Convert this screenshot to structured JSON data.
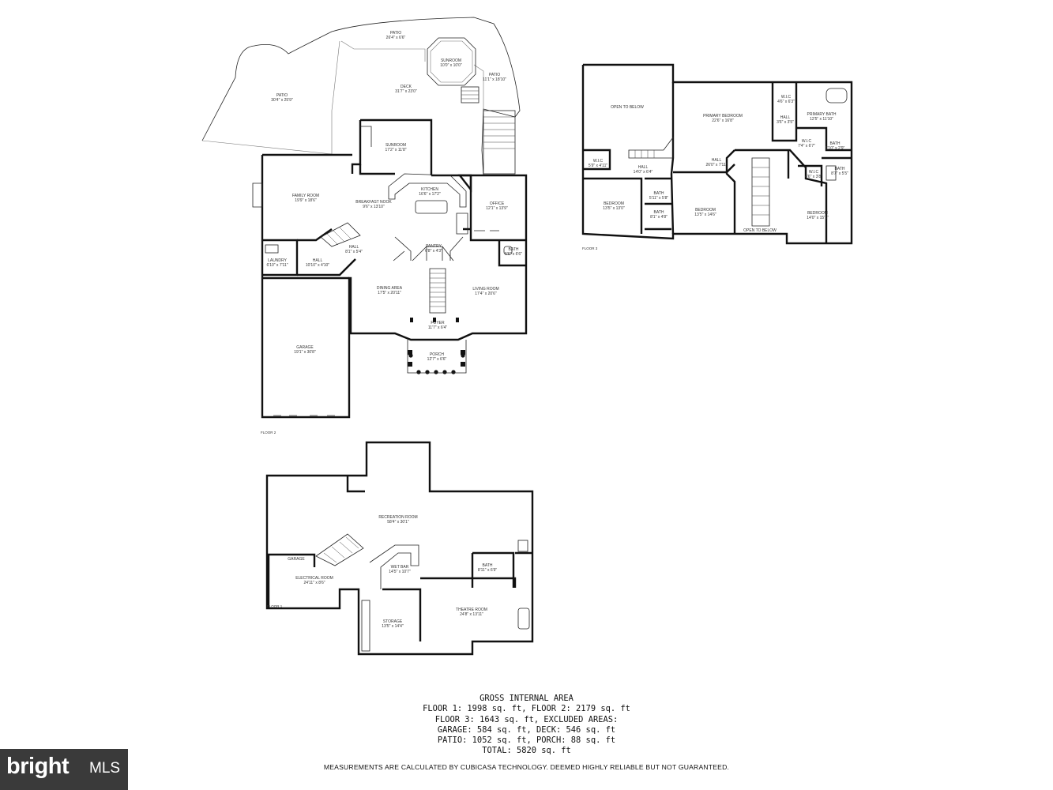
{
  "rooms": {
    "patio_top": {
      "name": "PATIO",
      "dim": "26'4\" x 6'6\""
    },
    "sunroom_oct": {
      "name": "SUNROOM",
      "dim": "10'0\" x 10'0\""
    },
    "patio_right": {
      "name": "PATIO",
      "dim": "11'1\" x 18'10\""
    },
    "deck": {
      "name": "DECK",
      "dim": "31'7\" x 23'0\""
    },
    "patio_left": {
      "name": "PATIO",
      "dim": "30'4\" x 25'9\""
    },
    "sunroom2": {
      "name": "SUNROOM",
      "dim": "17'2\" x 11'8\""
    },
    "family": {
      "name": "FAMILY ROOM",
      "dim": "19'9\" x 18'6\""
    },
    "breakfast": {
      "name": "BREAKFAST NOOK",
      "dim": "9'6\" x 13'10\""
    },
    "kitchen": {
      "name": "KITCHEN",
      "dim": "16'6\" x 17'2\""
    },
    "office": {
      "name": "OFFICE",
      "dim": "12'1\" x 13'9\""
    },
    "hall_f2a": {
      "name": "HALL",
      "dim": "8'1\" x 5'4\""
    },
    "pantry": {
      "name": "PANTRY",
      "dim": "6'8\" x 4'3\""
    },
    "bath_f2": {
      "name": "BATH",
      "dim": "5'6\" x 6'6\""
    },
    "laundry": {
      "name": "LAUNDRY",
      "dim": "6'10\" x 7'11\""
    },
    "hall_f2b": {
      "name": "HALL",
      "dim": "10'10\" x 4'10\""
    },
    "dining": {
      "name": "DINING AREA",
      "dim": "17'5\" x 20'11\""
    },
    "living": {
      "name": "LIVING ROOM",
      "dim": "17'4\" x 20'6\""
    },
    "foyer": {
      "name": "FOYER",
      "dim": "11'7\" x 6'4\""
    },
    "porch": {
      "name": "PORCH",
      "dim": "12'7\" x 6'6\""
    },
    "garage": {
      "name": "GARAGE",
      "dim": "19'1\" x 30'8\""
    },
    "open_below_1": {
      "name": "OPEN TO BELOW"
    },
    "primary_bed": {
      "name": "PRIMARY BEDROOM",
      "dim": "22'6\" x 16'8\""
    },
    "wic_1": {
      "name": "W.I.C",
      "dim": "4'6\" x 6'3\""
    },
    "hall_f3a": {
      "name": "HALL",
      "dim": "3'6\" x 3'5\""
    },
    "primary_bath": {
      "name": "PRIMARY BATH",
      "dim": "12'5\" x 11'10\""
    },
    "wic_2": {
      "name": "W.I.C",
      "dim": "7'4\" x 6'7\""
    },
    "bath_f3a": {
      "name": "BATH",
      "dim": "5'10\" x 2'9\""
    },
    "wic_3": {
      "name": "W.I.C",
      "dim": "5'9\" x 4'11\""
    },
    "hall_f3b": {
      "name": "HALL",
      "dim": "14'0\" x 6'4\""
    },
    "hall_f3c": {
      "name": "HALL",
      "dim": "26'0\" x 7'11\""
    },
    "wic_4": {
      "name": "W.I.C",
      "dim": "4'6\" x 3'8\""
    },
    "bath_f3b": {
      "name": "BATH",
      "dim": "5'11\" x 5'8\""
    },
    "bath_f3c": {
      "name": "BATH",
      "dim": "8'1\" x 4'8\""
    },
    "bath_f3d": {
      "name": "BATH",
      "dim": "8'7\" x 5'5\""
    },
    "bed_f3a": {
      "name": "BEDROOM",
      "dim": "13'5\" x 13'0\""
    },
    "bed_f3b": {
      "name": "BEDROOM",
      "dim": "13'5\" x 14'6\""
    },
    "open_below_2": {
      "name": "OPEN TO BELOW"
    },
    "bed_f3c": {
      "name": "BEDROOM",
      "dim": "14'0\" x 15'1\""
    },
    "recreation": {
      "name": "RECREATION ROOM",
      "dim": "58'4\" x 30'1\""
    },
    "garage_f1": {
      "name": "GARAGE"
    },
    "electrical": {
      "name": "ELECTRICAL ROOM",
      "dim": "24'11\" x 8'6\""
    },
    "wetbar": {
      "name": "WET BAR",
      "dim": "14'5\" x 10'7\""
    },
    "bath_f1": {
      "name": "BATH",
      "dim": "8'11\" x 6'9\""
    },
    "theatre": {
      "name": "THEATRE ROOM",
      "dim": "24'8\" x 13'11\""
    },
    "storage": {
      "name": "STORAGE",
      "dim": "13'5\" x 14'4\""
    }
  },
  "floors": {
    "floor2": "FLOOR 2",
    "floor3": "FLOOR 3",
    "floor1": "FLOOR 1"
  },
  "summary": {
    "title": "GROSS INTERNAL AREA",
    "line1": "FLOOR 1: 1998 sq. ft, FLOOR 2: 2179 sq. ft",
    "line2": "FLOOR 3: 1643 sq. ft, EXCLUDED AREAS:",
    "line3": "GARAGE: 584 sq. ft, DECK: 546 sq. ft",
    "line4": "PATIO: 1052 sq. ft, PORCH: 88 sq. ft",
    "line5": "TOTAL: 5820 sq. ft",
    "disclaimer": "MEASUREMENTS ARE CALCULATED BY CUBICASA TECHNOLOGY. DEEMED HIGHLY RELIABLE BUT NOT GUARANTEED."
  },
  "logo": {
    "word": "bright",
    "suffix": "MLS"
  }
}
